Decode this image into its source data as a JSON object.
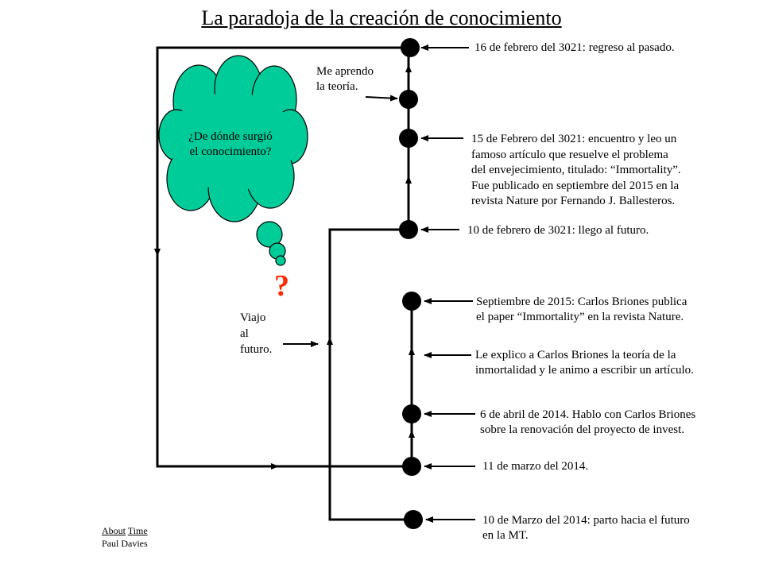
{
  "title": "La paradoja de la creación de conocimiento",
  "thought_bubble": {
    "line1": "¿De dónde surgió",
    "line2": "el conocimiento?"
  },
  "question_mark": "?",
  "side_labels": {
    "learn": [
      "Me aprendo",
      "la teoría."
    ],
    "travel": [
      "Viajo",
      "al",
      "futuro."
    ]
  },
  "events": {
    "e1": [
      "16 de febrero del 3021: regreso al pasado."
    ],
    "e2": [
      "15 de Febrero del 3021: encuentro y leo un",
      "famoso artículo que resuelve el problema",
      "del envejecimiento, titulado: “Immortality”.",
      "Fue publicado en septiembre del 2015 en la",
      "revista Nature por Fernando J. Ballesteros."
    ],
    "e3": [
      "10 de febrero de 3021: llego al futuro."
    ],
    "e4": [
      "Septiembre de 2015: Carlos Briones publica",
      "el paper “Immortality” en la revista Nature."
    ],
    "e5": [
      "Le explico a Carlos Briones la teoría de la",
      "inmortalidad y le animo a escribir un artículo."
    ],
    "e6": [
      "6 de abril de 2014. Hablo con Carlos Briones",
      "sobre la renovación del proyecto de invest."
    ],
    "e7": [
      "11 de marzo del 2014."
    ],
    "e8": [
      "10 de Marzo del 2014: parto hacia el futuro",
      "en la MT."
    ]
  },
  "credit": {
    "about": "About",
    "time": "Time",
    "author": "Paul Davies"
  },
  "colors": {
    "bubble": "#00cc99",
    "question": "#ff2a00",
    "line": "#000000"
  }
}
